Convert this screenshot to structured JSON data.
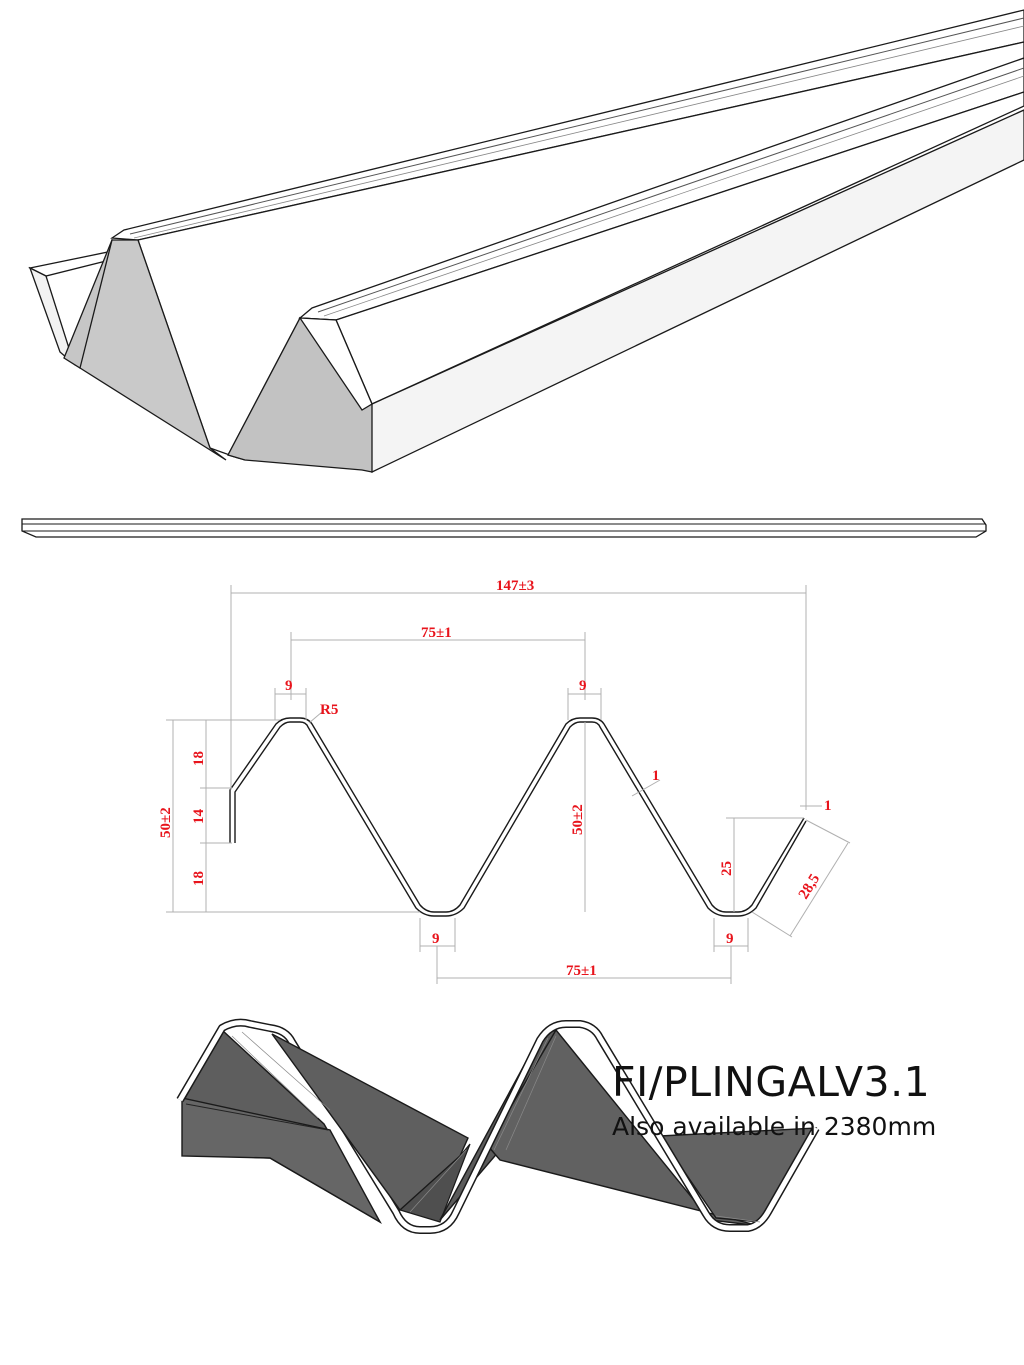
{
  "product": {
    "code": "FI/PLINGALV3.1",
    "note": "Also available in 2380mm"
  },
  "drawing": {
    "dimensions": {
      "overall_width": "147±3",
      "pitch_top": "75±1",
      "pitch_bottom": "75±1",
      "crest_flat_left": "9",
      "crest_flat_right": "9",
      "trough_flat_left": "9",
      "trough_flat_right": "9",
      "bend_radius": "R5",
      "thickness_web": "1",
      "thickness_edge": "1",
      "height_left": "50±2",
      "height_center": "50±2",
      "lip_upper": "18",
      "lip_middle": "14",
      "lip_lower": "18",
      "end_height": "25",
      "end_slant": "28,5"
    }
  },
  "colors": {
    "dimension_text": "#e8141c",
    "dimension_lines": "#b0b0b0",
    "outline": "#1a1a1a",
    "shade_dark": "#5c5c5c",
    "shade_light": "#c8c8c8"
  }
}
